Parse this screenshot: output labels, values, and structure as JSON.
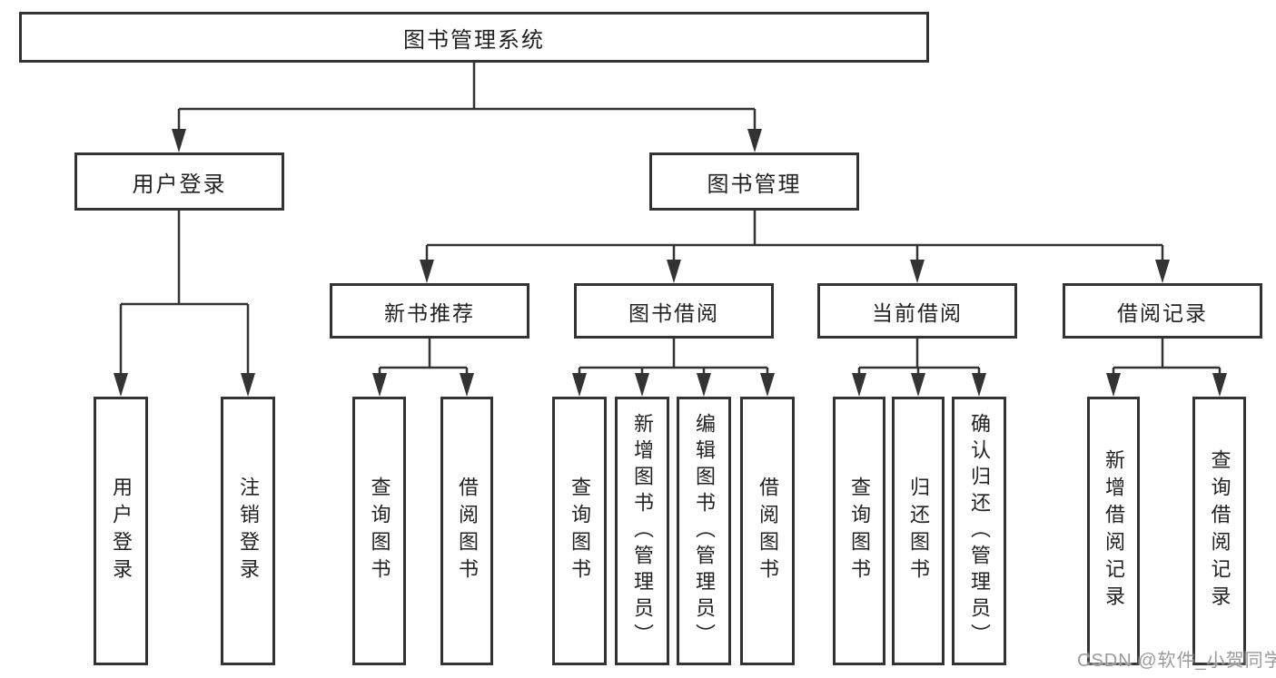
{
  "colors": {
    "line": "#333333",
    "box_border": "#333333",
    "text": "#222222",
    "watermark": "#8a8a8a",
    "background": "#ffffff"
  },
  "watermark": {
    "text": "CSDN @软件_小贺同学"
  },
  "tree": {
    "label": "图书管理系统",
    "children": [
      {
        "label": "用户登录",
        "children": [
          {
            "label": "用户登录"
          },
          {
            "label": "注销登录"
          }
        ]
      },
      {
        "label": "图书管理",
        "children": [
          {
            "label": "新书推荐",
            "children": [
              {
                "label": "查询图书"
              },
              {
                "label": "借阅图书"
              }
            ]
          },
          {
            "label": "图书借阅",
            "children": [
              {
                "label": "查询图书"
              },
              {
                "label": "新增图书（管理员）"
              },
              {
                "label": "编辑图书（管理员）"
              },
              {
                "label": "借阅图书"
              }
            ]
          },
          {
            "label": "当前借阅",
            "children": [
              {
                "label": "查询图书"
              },
              {
                "label": "归还图书"
              },
              {
                "label": "确认归还（管理员）"
              }
            ]
          },
          {
            "label": "借阅记录",
            "children": [
              {
                "label": "新增借阅记录"
              },
              {
                "label": "查询借阅记录"
              }
            ]
          }
        ]
      }
    ]
  }
}
